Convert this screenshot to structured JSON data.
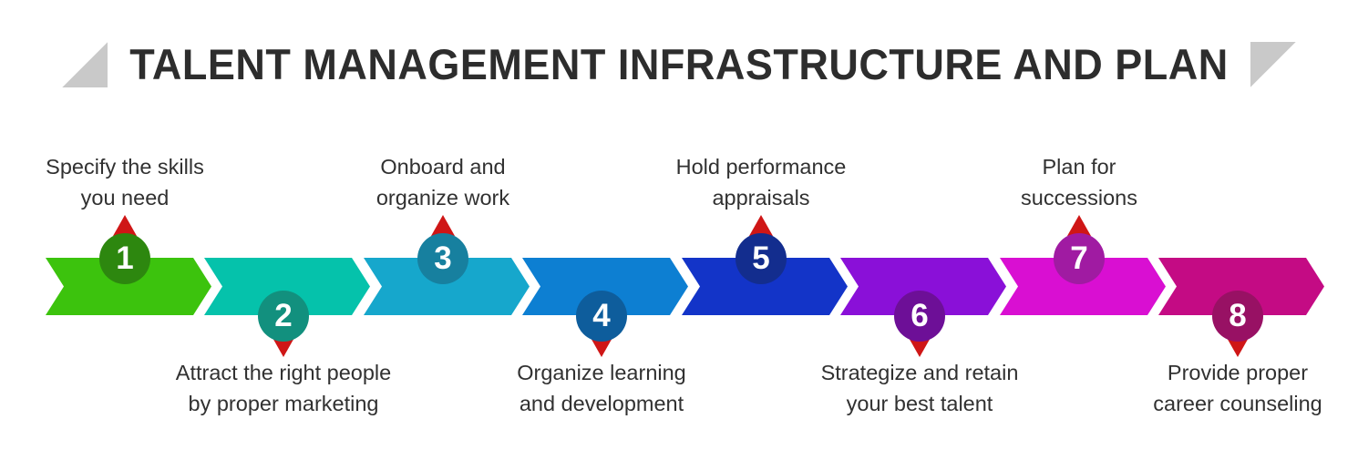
{
  "title": "TALENT MANAGEMENT INFRASTRUCTURE AND PLAN",
  "colors": {
    "background": "#ffffff",
    "title_text": "#2d2d2d",
    "title_triangles": "#c9c9c9",
    "label_text": "#313131",
    "pointer_red": "#cf1616",
    "number_text": "#ffffff"
  },
  "steps": [
    {
      "number": "1",
      "lines": [
        "Specify the skills",
        "you need"
      ],
      "position": "above",
      "arrow_color": "#3cc30d",
      "circle_color": "#2d870f"
    },
    {
      "number": "2",
      "lines": [
        "Attract the right people",
        "by proper marketing"
      ],
      "position": "below",
      "arrow_color": "#05c2ab",
      "circle_color": "#12907e"
    },
    {
      "number": "3",
      "lines": [
        "Onboard and",
        "organize work"
      ],
      "position": "above",
      "arrow_color": "#16a7cc",
      "circle_color": "#17809f"
    },
    {
      "number": "4",
      "lines": [
        "Organize learning",
        "and development"
      ],
      "position": "below",
      "arrow_color": "#0d7fd2",
      "circle_color": "#0e5d9c"
    },
    {
      "number": "5",
      "lines": [
        "Hold performance",
        "appraisals"
      ],
      "position": "above",
      "arrow_color": "#1334c8",
      "circle_color": "#132d8e"
    },
    {
      "number": "6",
      "lines": [
        "Strategize and retain",
        "your best talent"
      ],
      "position": "below",
      "arrow_color": "#8a10d8",
      "circle_color": "#6d0f97"
    },
    {
      "number": "7",
      "lines": [
        "Plan for",
        "successions"
      ],
      "position": "above",
      "arrow_color": "#d90fd2",
      "circle_color": "#a01ba2"
    },
    {
      "number": "8",
      "lines": [
        "Provide proper",
        "career counseling"
      ],
      "position": "below",
      "arrow_color": "#c40b84",
      "circle_color": "#981164"
    }
  ]
}
